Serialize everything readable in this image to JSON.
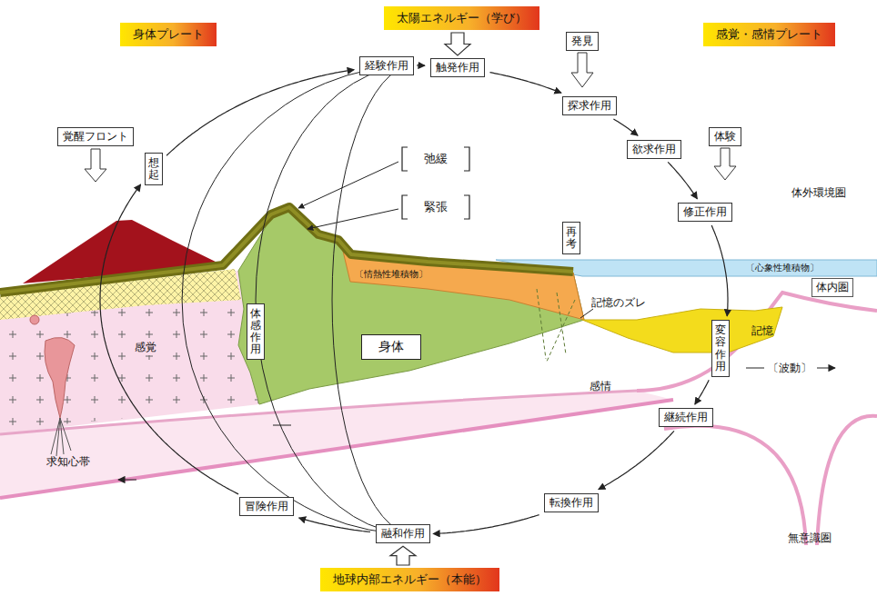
{
  "diagram": {
    "nodes": [
      {
        "text": [
          "身体プレート"
        ]
      },
      {
        "text": [
          "太陽エネルギー（学び）"
        ]
      },
      {
        "text": [
          "感覚・感情プレート"
        ]
      },
      {
        "text": [
          "経験作用"
        ]
      },
      {
        "text": [
          "触発作用"
        ]
      },
      {
        "text": [
          "発見"
        ]
      },
      {
        "text": [
          "探求作用"
        ]
      },
      {
        "text": [
          "覚醒フロント"
        ]
      },
      {
        "text": [
          "体験"
        ]
      },
      {
        "text": [
          "想起"
        ]
      },
      {
        "text": [
          "欲求作用"
        ]
      },
      {
        "text": [
          "修正作用"
        ]
      },
      {
        "text": [
          "再考"
        ]
      },
      {
        "text": [
          "変容作用"
        ]
      },
      {
        "text": [
          "身体"
        ]
      },
      {
        "text": [
          "体感作用"
        ]
      },
      {
        "text": [
          "継続作用"
        ]
      },
      {
        "text": [
          "転換作用"
        ]
      },
      {
        "text": [
          "融和作用"
        ]
      },
      {
        "text": [
          "冒険作用"
        ]
      },
      {
        "text": [
          "地球内部エネルギー（本能）"
        ]
      }
    ],
    "edges": [
      {
        "from": 1,
        "to": 4,
        "arrow": "to"
      },
      {
        "from": 3,
        "to": 4,
        "arrow": "to"
      },
      {
        "from": 4,
        "to": 6,
        "arrow": "to"
      },
      {
        "from": 6,
        "to": 10,
        "arrow": "to"
      },
      {
        "from": 10,
        "to": 11,
        "arrow": "to"
      },
      {
        "from": 11,
        "to": 13,
        "arrow": "to"
      },
      {
        "from": 13,
        "to": 16,
        "arrow": "to"
      },
      {
        "from": 16,
        "to": 17,
        "arrow": "to"
      },
      {
        "from": 17,
        "to": 18,
        "arrow": "to"
      },
      {
        "from": 18,
        "to": 19,
        "arrow": "to"
      },
      {
        "from": 19,
        "to": 9,
        "arrow": "to"
      },
      {
        "from": 9,
        "to": 3,
        "arrow": "to"
      },
      {
        "from": 20,
        "to": 18,
        "arrow": "to"
      }
    ],
    "labels": [
      "体外環境圏",
      "弛緩",
      "緊張",
      "〔情熱性堆積物〕",
      "〔心象性堆積物〕",
      "記憶のズレ",
      "体内圏",
      "記憶",
      "感覚",
      "感情",
      "〔波動〕",
      "求知心帯",
      "無意識圏"
    ]
  }
}
